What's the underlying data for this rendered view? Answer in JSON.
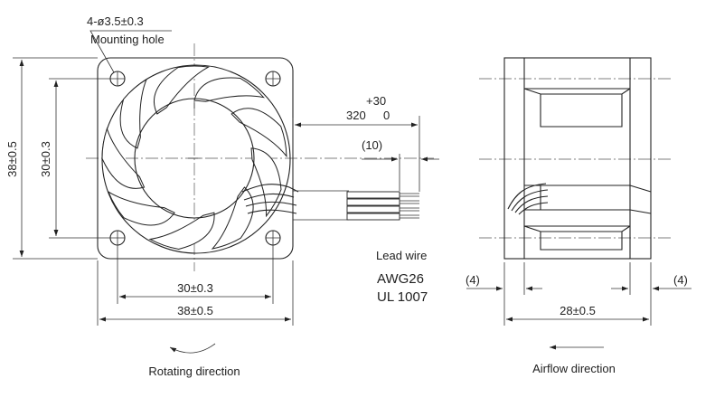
{
  "front_view": {
    "mounting_hole_spec": "4-ø3.5±0.3",
    "mounting_hole_label": "Mounting hole",
    "outer_height": "38±0.5",
    "hole_pitch_vertical": "30±0.3",
    "hole_pitch_horizontal": "30±0.3",
    "outer_width": "38±0.5",
    "rotating_direction_label": "Rotating direction"
  },
  "lead_wire": {
    "length_main": "320",
    "tol_plus": "+30",
    "tol_minus": "0",
    "strip_length": "(10)",
    "title": "Lead wire",
    "gauge": "AWG26",
    "standard": "UL 1007"
  },
  "side_view": {
    "left_flange": "(4)",
    "right_flange": "(4)",
    "depth": "28±0.5",
    "airflow_label": "Airflow direction"
  }
}
